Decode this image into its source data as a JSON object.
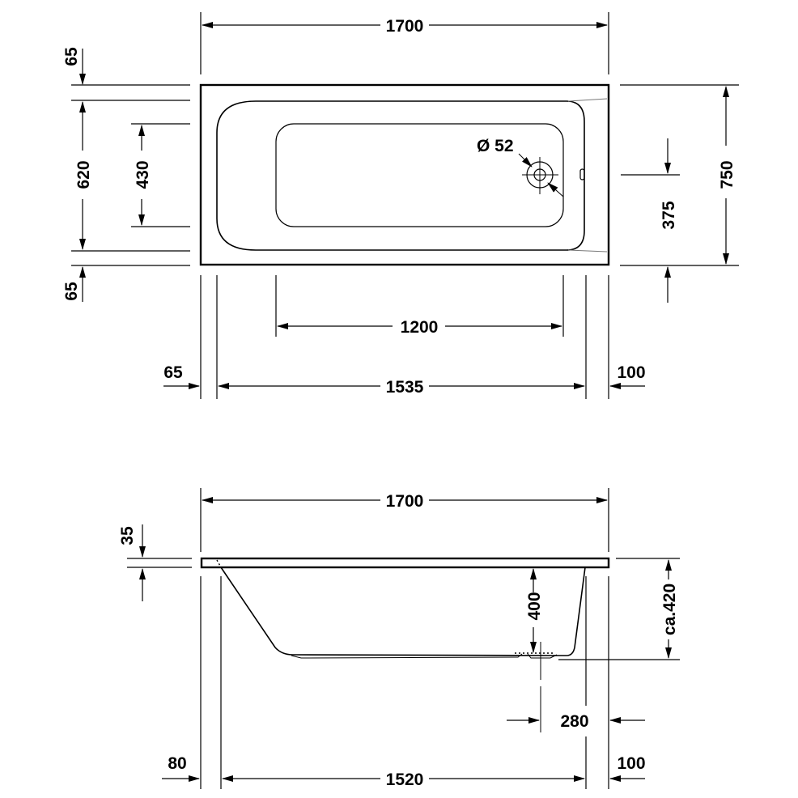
{
  "title": "Bathtub dimension drawing",
  "units": "mm",
  "plan_view": {
    "overall_length": "1700",
    "overall_width": "750",
    "rim_top": "65",
    "rim_bottom": "65",
    "inner_width": "620",
    "bottom_width": "430",
    "drain_offset": "375",
    "drain_diameter": "Ø 52",
    "bottom_length": "1200",
    "rim_left": "65",
    "inner_length": "1535",
    "rim_right": "100"
  },
  "side_view": {
    "overall_length": "1700",
    "rim_thickness": "35",
    "inner_depth": "400",
    "overall_height": "ca.420",
    "drain_from_end": "280",
    "left_offset": "80",
    "bottom_length": "1520",
    "right_offset": "100"
  }
}
